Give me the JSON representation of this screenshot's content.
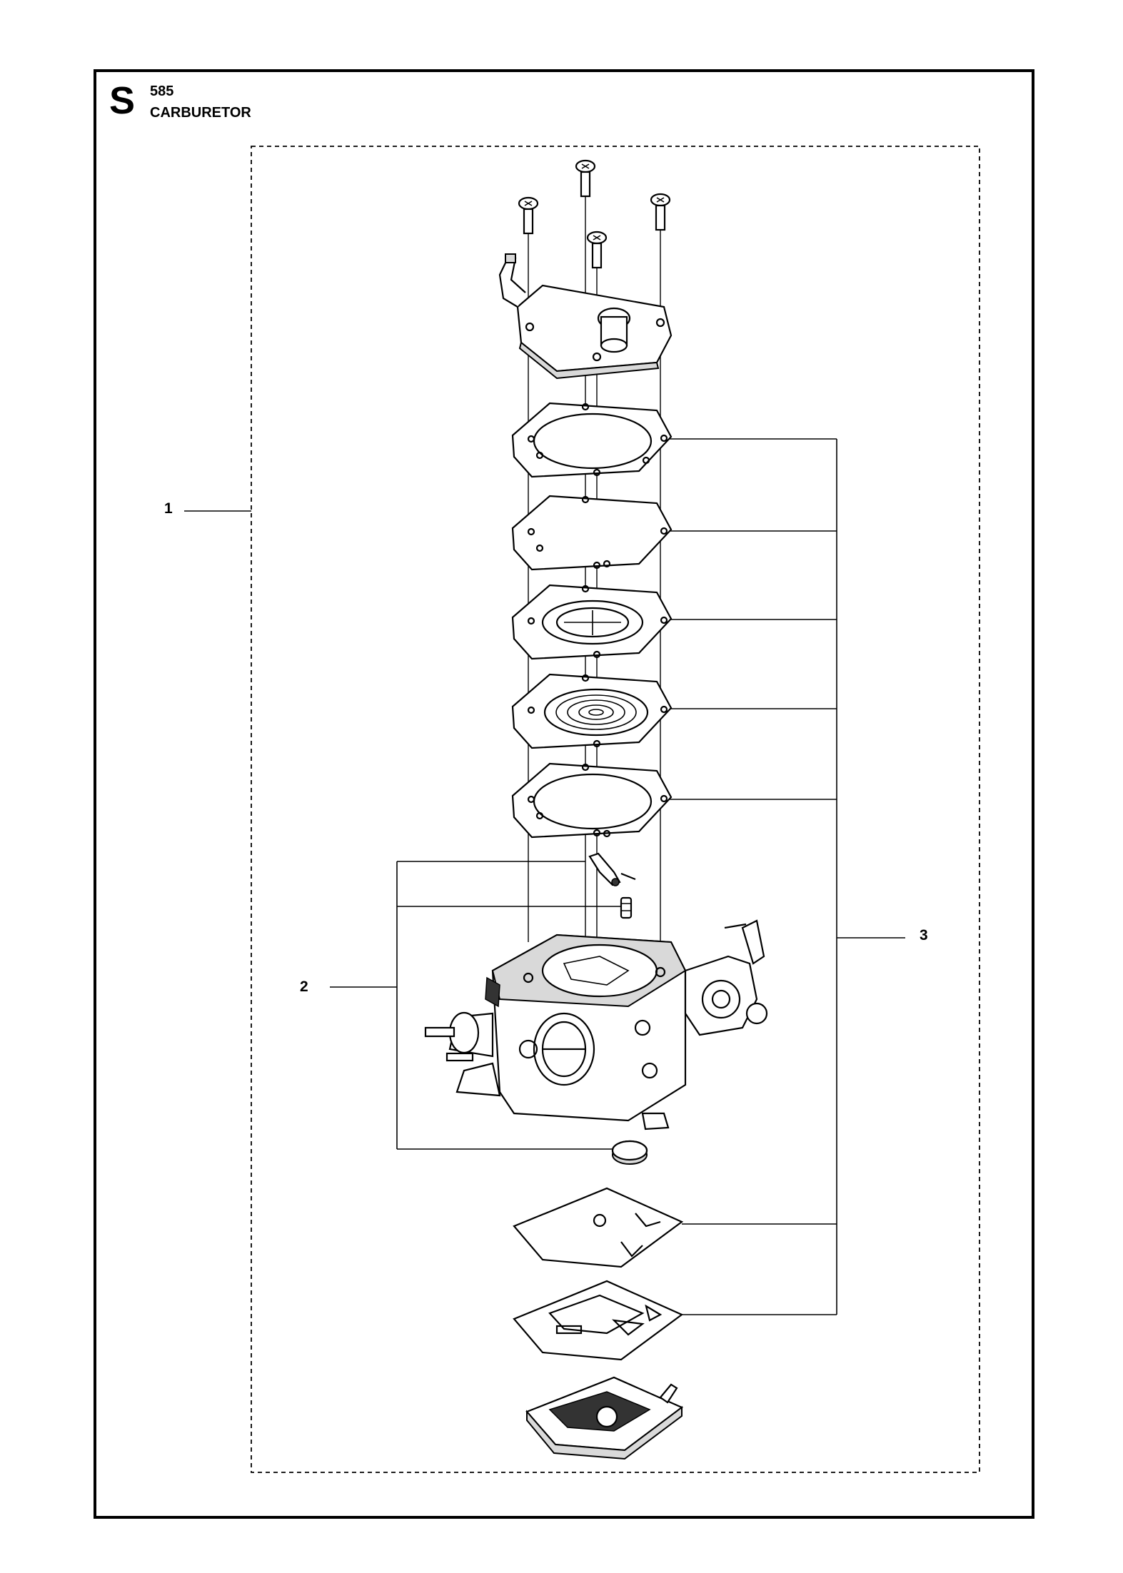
{
  "header": {
    "section_letter": "S",
    "section_number": "585",
    "section_title": "CARBURETOR"
  },
  "callouts": {
    "c1": "1",
    "c2": "2",
    "c3": "3"
  },
  "colors": {
    "line": "#000000",
    "background": "#ffffff",
    "part_shade": "#d9d9d9"
  }
}
